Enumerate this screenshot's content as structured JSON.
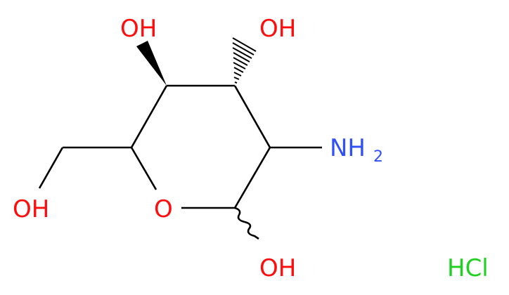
{
  "molecule": {
    "labels": {
      "oh_top_left": "OH",
      "oh_top_right": "OH",
      "oh_left": "OH",
      "ring_oxygen": "O",
      "oh_bottom": "OH",
      "amine_main": "NH",
      "amine_subscript": "2",
      "salt": "HCl"
    },
    "colors": {
      "oxygen": "#ff0d0d",
      "nitrogen": "#3050f8",
      "chlorine": "#1fd01f",
      "bond": "#000000"
    }
  }
}
